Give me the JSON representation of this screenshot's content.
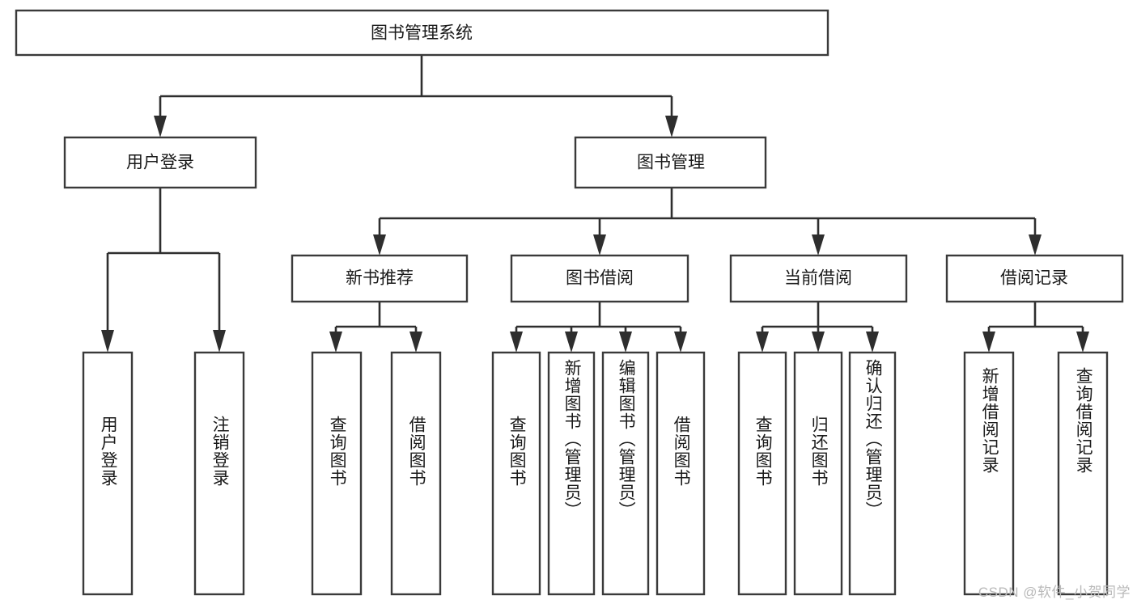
{
  "diagram": {
    "type": "tree-hierarchy",
    "title": "图书管理系统",
    "watermark": "CSDN @软件_小贺同学",
    "colors": {
      "background": "#ffffff",
      "box_stroke": "#3a3a3a",
      "connector": "#2e2e2e",
      "text": "#1a1a1a",
      "watermark": "#b9b9b9"
    },
    "levels": {
      "root": {
        "label": "图书管理系统"
      },
      "level2": [
        {
          "label": "用户登录"
        },
        {
          "label": "图书管理"
        }
      ],
      "level3": [
        {
          "label": "新书推荐"
        },
        {
          "label": "图书借阅"
        },
        {
          "label": "当前借阅"
        },
        {
          "label": "借阅记录"
        }
      ],
      "leaves": [
        {
          "label": "用户登录",
          "parent": "用户登录"
        },
        {
          "label": "注销登录",
          "parent": "用户登录"
        },
        {
          "label": "查询图书",
          "parent": "新书推荐"
        },
        {
          "label": "借阅图书",
          "parent": "新书推荐"
        },
        {
          "label": "查询图书",
          "parent": "图书借阅"
        },
        {
          "label": "新增图书（管理员）",
          "parent": "图书借阅"
        },
        {
          "label": "编辑图书（管理员）",
          "parent": "图书借阅"
        },
        {
          "label": "借阅图书",
          "parent": "图书借阅"
        },
        {
          "label": "查询图书",
          "parent": "当前借阅"
        },
        {
          "label": "归还图书",
          "parent": "当前借阅"
        },
        {
          "label": "确认归还（管理员）",
          "parent": "当前借阅"
        },
        {
          "label": "新增借阅记录",
          "parent": "借阅记录"
        },
        {
          "label": "查询借阅记录",
          "parent": "借阅记录"
        }
      ]
    }
  }
}
